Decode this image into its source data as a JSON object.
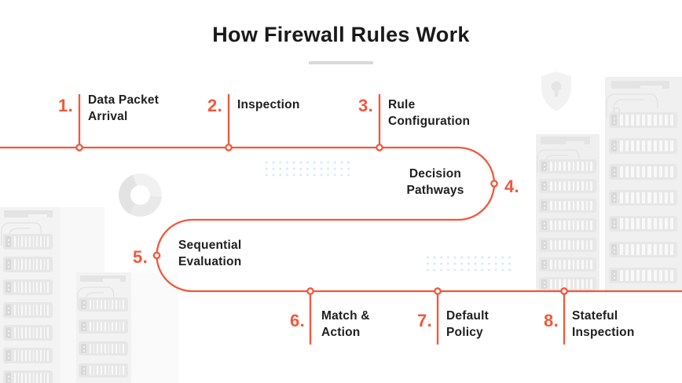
{
  "title": {
    "text": "How Firewall Rules Work"
  },
  "steps": [
    {
      "num": "1.",
      "label": "Data Packet\nArrival"
    },
    {
      "num": "2.",
      "label": "Inspection"
    },
    {
      "num": "3.",
      "label": "Rule\nConfiguration"
    },
    {
      "num": "4.",
      "label": "Decision\nPathways"
    },
    {
      "num": "5.",
      "label": "Sequential\nEvaluation"
    },
    {
      "num": "6.",
      "label": "Match &\nAction"
    },
    {
      "num": "7.",
      "label": "Default\nPolicy"
    },
    {
      "num": "8.",
      "label": "Stateful\nInspection"
    }
  ],
  "colors": {
    "accent": "#F2573B",
    "text": "#202020",
    "title": "#1A1A1A",
    "title_underline": "#D9D9D9",
    "dots": "#D7EAF6",
    "decor_gray": "#F1F1F1"
  },
  "decor_icons": [
    "shield-lock-icon",
    "donut-chart-icon",
    "server-rack-icon",
    "dot-grid-pattern"
  ]
}
